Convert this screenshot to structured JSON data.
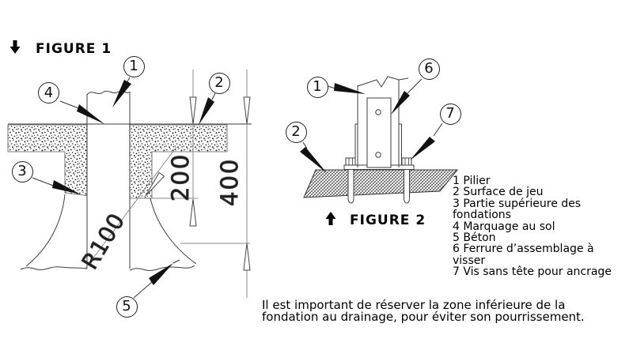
{
  "figure1": {
    "title": "FIGURE 1",
    "callouts": {
      "c1": "1",
      "c2": "2",
      "c3": "3",
      "c4": "4",
      "c5": "5"
    },
    "dimensions": {
      "upper_depth": "200",
      "total_depth": "400",
      "radius": "R100"
    }
  },
  "figure2": {
    "title": "FIGURE 2",
    "callouts": {
      "c1": "1",
      "c2": "2",
      "c6": "6",
      "c7": "7"
    }
  },
  "legend": {
    "items": [
      "1 Pilier",
      "2 Surface de jeu",
      "3 Partie supérieure des fondations",
      "4 Marquage au sol",
      "5 Béton",
      "6 Ferrure d’assemblage à visser",
      "7 Vis sans tête pour ancrage"
    ]
  },
  "note": "Il est important de réserver la zone inférieure de la fondation au drainage, pour éviter son pourrissement."
}
